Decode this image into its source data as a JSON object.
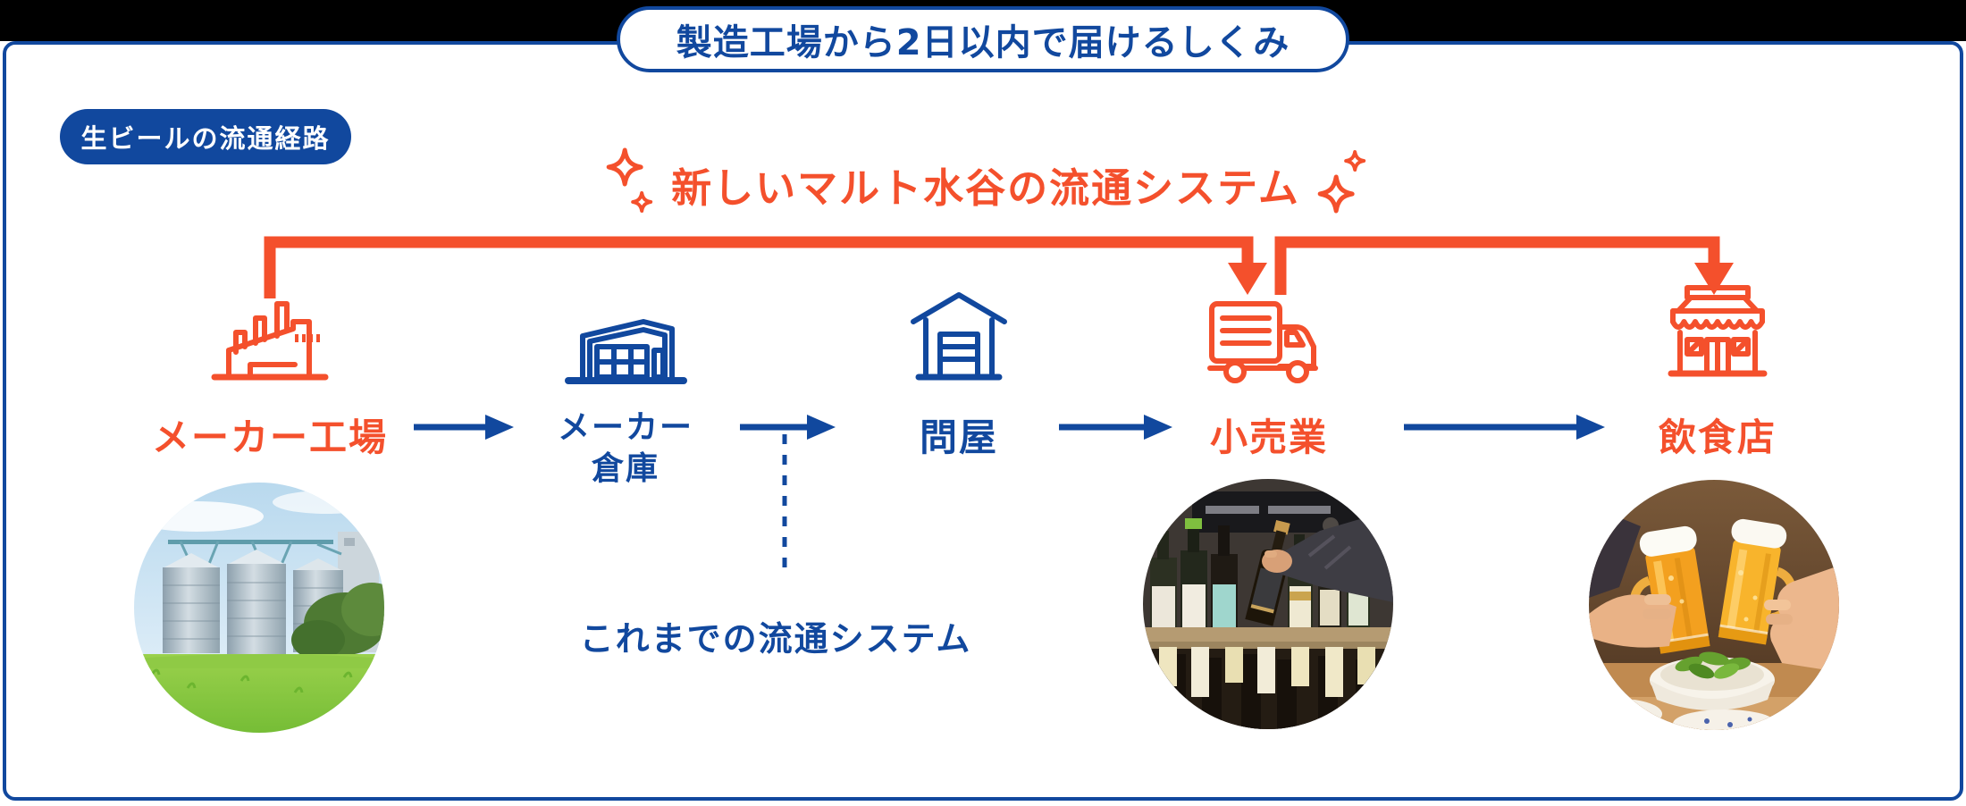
{
  "colors": {
    "orange": "#F4502C",
    "blue": "#11489E",
    "band": "#000000",
    "card_bg": "#FFFFFF"
  },
  "banner": {
    "text": "製造工場から2日以内で届けるしくみ"
  },
  "badge": {
    "text": "生ビールの流通経路"
  },
  "flow": {
    "new_system_title": "新しいマルト水谷の流通システム",
    "old_system_label": "これまでの流通システム",
    "nodes": [
      {
        "id": "maker-factory",
        "label": "メーカー工場",
        "icon": "factory-icon",
        "accent": "orange"
      },
      {
        "id": "maker-warehouse",
        "label": "メーカー倉庫",
        "lines": [
          "メーカー",
          "倉庫"
        ],
        "icon": "warehouse-icon",
        "accent": "blue"
      },
      {
        "id": "wholesaler",
        "label": "問屋",
        "icon": "storage-shed-icon",
        "accent": "blue"
      },
      {
        "id": "retail",
        "label": "小売業",
        "icon": "delivery-truck-icon",
        "accent": "orange"
      },
      {
        "id": "restaurant",
        "label": "飲食店",
        "icon": "storefront-icon",
        "accent": "orange"
      }
    ],
    "photos": [
      {
        "name": "factory-silos-photo"
      },
      {
        "name": "wine-shelf-photo"
      },
      {
        "name": "beer-cheers-photo"
      }
    ]
  }
}
